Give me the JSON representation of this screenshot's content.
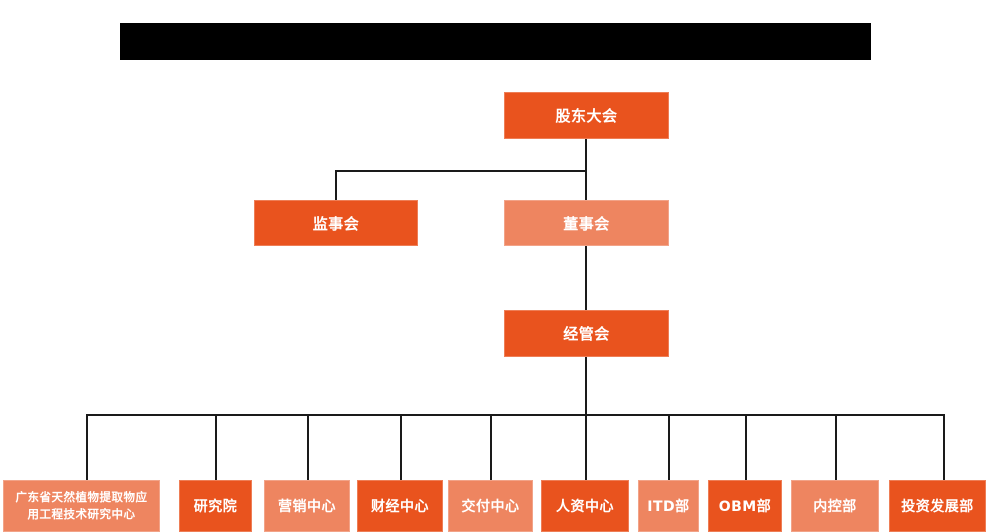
{
  "title_bar": {
    "label": "",
    "redacted": true,
    "color": "#000000"
  },
  "palette": {
    "dark_orange": "#e9531e",
    "light_orange": "#ee8560",
    "line": "#1a1a1a",
    "text": "#ffffff",
    "background": "#ffffff"
  },
  "chart_data": {
    "type": "diagram",
    "subtype": "organization-chart",
    "title": "",
    "orientation": "top-down",
    "levels": [
      {
        "level": 1,
        "nodes": [
          {
            "id": "shareholders",
            "label": "股东大会",
            "tone": "dark"
          }
        ]
      },
      {
        "level": 2,
        "nodes": [
          {
            "id": "supervisors",
            "label": "监事会",
            "tone": "dark"
          },
          {
            "id": "directors",
            "label": "董事会",
            "tone": "light"
          }
        ]
      },
      {
        "level": 3,
        "nodes": [
          {
            "id": "management",
            "label": "经管会",
            "tone": "dark"
          }
        ]
      },
      {
        "level": 4,
        "nodes": [
          {
            "id": "research-center",
            "label": "广东省天然植物提取物应用工程技术研究中心",
            "tone": "light"
          },
          {
            "id": "institute",
            "label": "研究院",
            "tone": "dark"
          },
          {
            "id": "marketing-center",
            "label": "营销中心",
            "tone": "light"
          },
          {
            "id": "finance-center",
            "label": "财经中心",
            "tone": "dark"
          },
          {
            "id": "delivery-center",
            "label": "交付中心",
            "tone": "light"
          },
          {
            "id": "hr-center",
            "label": "人资中心",
            "tone": "dark"
          },
          {
            "id": "itd-dept",
            "label": "ITD部",
            "tone": "light"
          },
          {
            "id": "obm-dept",
            "label": "OBM部",
            "tone": "dark"
          },
          {
            "id": "internal-control-dept",
            "label": "内控部",
            "tone": "light"
          },
          {
            "id": "investment-dev-dept",
            "label": "投资发展部",
            "tone": "dark"
          }
        ]
      }
    ],
    "edges": [
      {
        "from": "shareholders",
        "to": "supervisors"
      },
      {
        "from": "shareholders",
        "to": "directors"
      },
      {
        "from": "directors",
        "to": "management"
      },
      {
        "from": "management",
        "to": "research-center"
      },
      {
        "from": "management",
        "to": "institute"
      },
      {
        "from": "management",
        "to": "marketing-center"
      },
      {
        "from": "management",
        "to": "finance-center"
      },
      {
        "from": "management",
        "to": "delivery-center"
      },
      {
        "from": "management",
        "to": "hr-center"
      },
      {
        "from": "management",
        "to": "itd-dept"
      },
      {
        "from": "management",
        "to": "obm-dept"
      },
      {
        "from": "management",
        "to": "internal-control-dept"
      },
      {
        "from": "management",
        "to": "investment-dev-dept"
      }
    ]
  },
  "nodes": {
    "shareholders": "股东大会",
    "supervisors": "监事会",
    "directors": "董事会",
    "management": "经管会",
    "research_center_line1": "广东省天然植物提取物应",
    "research_center_line2": "用工程技术研究中心",
    "institute": "研究院",
    "marketing_center": "营销中心",
    "finance_center": "财经中心",
    "delivery_center": "交付中心",
    "hr_center": "人资中心",
    "itd_dept": "ITD部",
    "obm_dept": "OBM部",
    "internal_control_dept": "内控部",
    "investment_dev_dept": "投资发展部"
  }
}
